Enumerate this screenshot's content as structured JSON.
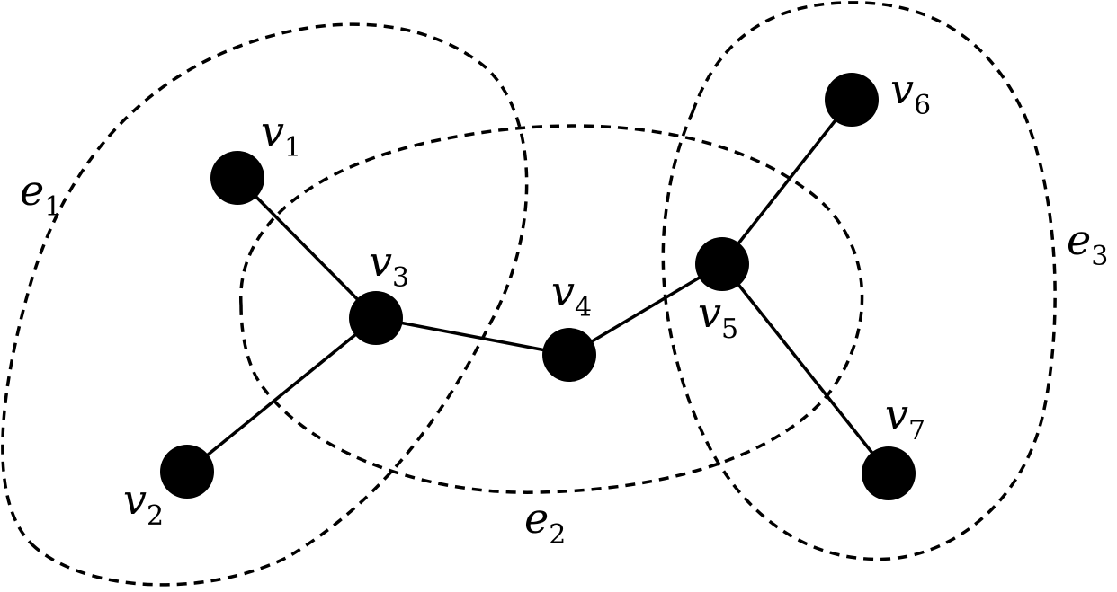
{
  "diagram": {
    "type": "hypergraph",
    "vertices": [
      {
        "id": "v1",
        "base": "v",
        "sub": "1"
      },
      {
        "id": "v2",
        "base": "v",
        "sub": "2"
      },
      {
        "id": "v3",
        "base": "v",
        "sub": "3"
      },
      {
        "id": "v4",
        "base": "v",
        "sub": "4"
      },
      {
        "id": "v5",
        "base": "v",
        "sub": "5"
      },
      {
        "id": "v6",
        "base": "v",
        "sub": "6"
      },
      {
        "id": "v7",
        "base": "v",
        "sub": "7"
      }
    ],
    "edges": [
      [
        "v1",
        "v3"
      ],
      [
        "v2",
        "v3"
      ],
      [
        "v3",
        "v4"
      ],
      [
        "v4",
        "v5"
      ],
      [
        "v5",
        "v6"
      ],
      [
        "v5",
        "v7"
      ]
    ],
    "hyperedges": [
      {
        "id": "e1",
        "base": "e",
        "sub": "1",
        "members": [
          "v1",
          "v2",
          "v3"
        ]
      },
      {
        "id": "e2",
        "base": "e",
        "sub": "2",
        "members": [
          "v3",
          "v4",
          "v5"
        ]
      },
      {
        "id": "e3",
        "base": "e",
        "sub": "3",
        "members": [
          "v5",
          "v6",
          "v7"
        ]
      }
    ],
    "colors": {
      "stroke": "#000000",
      "node_fill": "#000000",
      "background": "#ffffff"
    }
  }
}
